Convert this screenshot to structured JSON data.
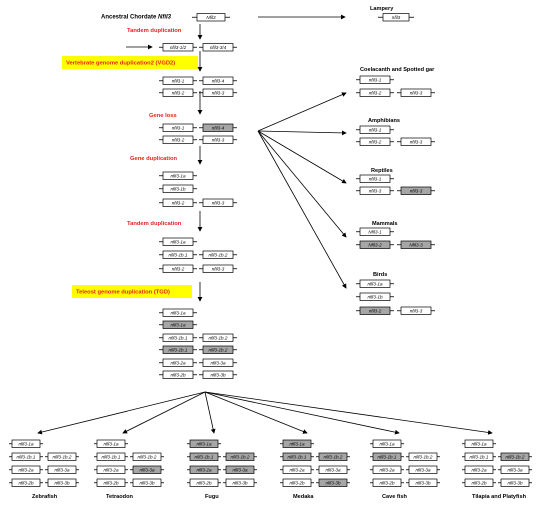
{
  "colors": {
    "highlight": "#ffff00",
    "event_text": "#e8211b",
    "lost_gene_fill": "#a6a6a6",
    "line": "#000000"
  },
  "title": {
    "prefix": "Ancestral Chordate ",
    "gene": "Nfil3"
  },
  "ancestral_box": "Nfil3",
  "events": {
    "tandem1": "Tandem duplication",
    "vgd2": "Vertebrate genome duplication2 (VGD2)",
    "gene_loss": "Gene loss",
    "gene_dup": "Gene duplication",
    "tandem2": "Tandem duplication",
    "tgd": "Teleost genome duplication (TGD)"
  },
  "stage_boxes": {
    "tandem1": [
      "nfil3-1/2",
      "nfil3-3/4"
    ],
    "vgd2": [
      "nfil3-1",
      "nfil3-4",
      "nfil3-2",
      "nfil3-3"
    ],
    "loss": [
      "nfil3-1",
      "nfil3-4",
      "nfil3-2",
      "nfil3-3"
    ],
    "dup": [
      "nfil3-1a",
      "nfil3-1b",
      "nfil3-2",
      "nfil3-3"
    ],
    "tandem2": [
      "nfil3-1a",
      "nfil3-1b.1",
      "nfil3-1b.2",
      "nfil3-2",
      "nfil3-3"
    ],
    "tgd": [
      "nfil3-1a",
      "nfil3-1a",
      "nfil3-1b.1",
      "nfil3-1b.2",
      "nfil3-1b.1",
      "nfil3-1b.2",
      "nfil3-2a",
      "nfil3-3a",
      "nfil3-2b",
      "nfil3-3b"
    ]
  },
  "lineages": {
    "lamprey": {
      "name": "Lampery",
      "boxes": [
        "nfil3"
      ]
    },
    "coelacanth": {
      "name": "Coelacanth and Spotted gar",
      "boxes": [
        "nfil3-1",
        "nfil3-2",
        "nfil3-3"
      ]
    },
    "amphibians": {
      "name": "Amphibians",
      "boxes": [
        "nfil3-1",
        "nfil3-2",
        "nfil3-3"
      ]
    },
    "reptiles": {
      "name": "Reptiles",
      "boxes": [
        "nfil3-1",
        "nfil3-3",
        "nfil3-3"
      ]
    },
    "mammals": {
      "name": "Mammals",
      "boxes": [
        "Nfil3-1",
        "Nfil3-2",
        "Nfil3-3"
      ]
    },
    "birds": {
      "name": "Birds",
      "boxes": [
        "nfil3-1a",
        "nfil3-1b",
        "nfil3-2",
        "nfil3-3"
      ]
    }
  },
  "teleosts": [
    {
      "name": "Zebrafish",
      "boxes": [
        "nfil3-1a",
        "nfil3-1b.1",
        "nfil3-1b.2",
        "nfil3-2a",
        "nfil3-3a",
        "nfil3-2b",
        "nfil3-3b"
      ],
      "lost": []
    },
    {
      "name": "Tetraodon",
      "boxes": [
        "nfil3-1a",
        "nfil3-1b.1",
        "nfil3-1b.2",
        "nfil3-2a",
        "nfil3-3a",
        "nfil3-2b",
        "nfil3-3b"
      ],
      "lost": [
        4
      ]
    },
    {
      "name": "Fugu",
      "boxes": [
        "nfil3-1a",
        "nfil3-1b.1",
        "nfil3-1b.2",
        "nfil3-2a",
        "nfil3-3a",
        "nfil3-2b",
        "nfil3-3b"
      ],
      "lost": [
        0,
        1,
        2,
        3,
        4
      ]
    },
    {
      "name": "Medaka",
      "boxes": [
        "nfil3-1a",
        "nfil3-1b.1",
        "nfil3-1b.2",
        "nfil3-2a",
        "nfil3-3a",
        "nfil3-2b",
        "nfil3-3b"
      ],
      "lost": [
        0,
        1,
        2,
        6
      ]
    },
    {
      "name": "Cave fish",
      "boxes": [
        "nfil3-1a",
        "nfil3-1b.1",
        "nfil3-1b.2",
        "nfil3-2a",
        "nfil3-3a",
        "nfil3-2b",
        "nfil3-3b"
      ],
      "lost": [
        1
      ]
    },
    {
      "name": "Tilapia and Platyfish",
      "boxes": [
        "nfil3-1a",
        "nfil3-1b.1",
        "nfil3-1b.2",
        "nfil3-2a",
        "nfil3-3a",
        "nfil3-2b",
        "nfil3-3b"
      ],
      "lost": [
        2
      ]
    }
  ]
}
